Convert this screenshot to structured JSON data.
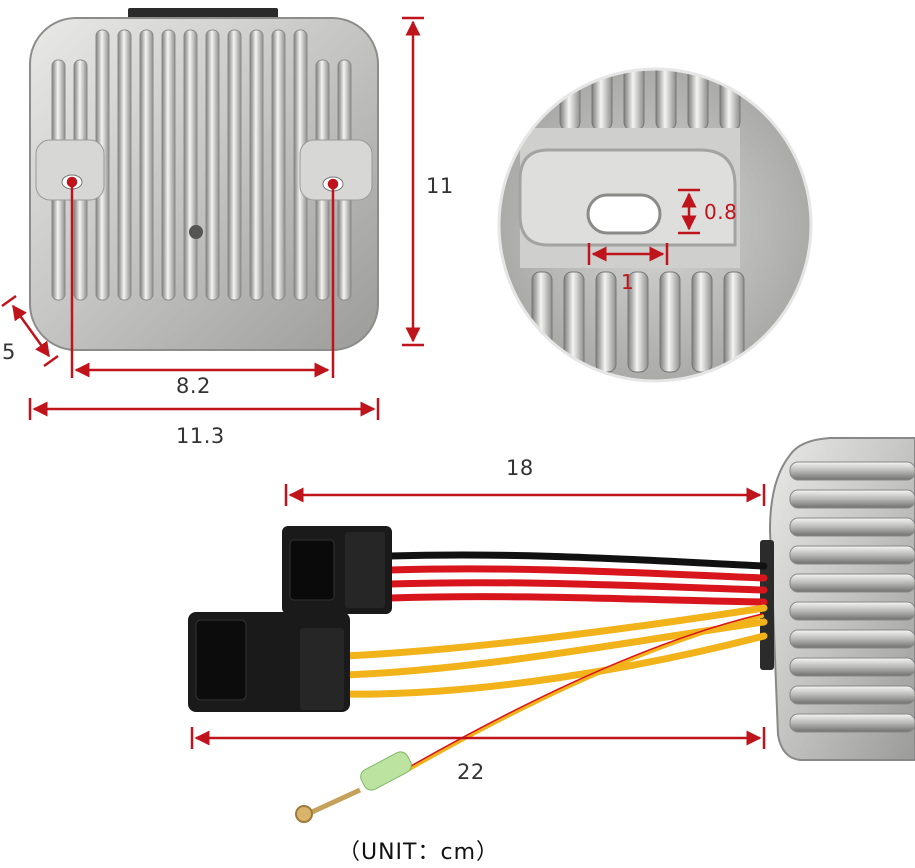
{
  "colors": {
    "dimension_line": "#c0141c",
    "wire_red": "#d8151c",
    "wire_black": "#111111",
    "wire_yellow": "#f1b21a",
    "housing_silver": "#c9c9c7"
  },
  "dimensions": {
    "mount_hole_spacing": "8.2",
    "body_width": "11.3",
    "body_height": "11",
    "body_depth": "5",
    "hole_height": "0.8",
    "hole_width": "1",
    "upper_lead_length": "18",
    "lower_lead_length": "22"
  },
  "unit_note": "（UNIT：cm）"
}
